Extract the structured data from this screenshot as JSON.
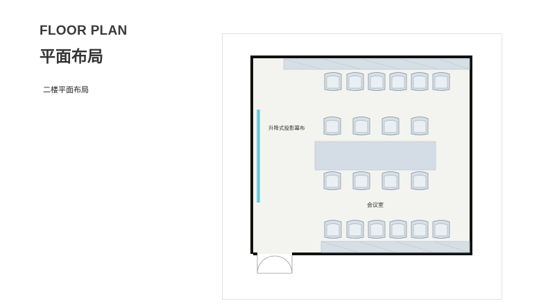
{
  "header": {
    "title_en": "FLOOR PLAN",
    "title_zh": "平面布局"
  },
  "subtitle": "二楼平面布局",
  "plan": {
    "screen_label": "升降式投影幕布",
    "room_label": "会议室",
    "colors": {
      "floor": "#f3f3f0",
      "wall": "#111111",
      "chair": "#d6e0e8",
      "table": "#d4dde5",
      "screen": "#7fd3e0"
    }
  }
}
